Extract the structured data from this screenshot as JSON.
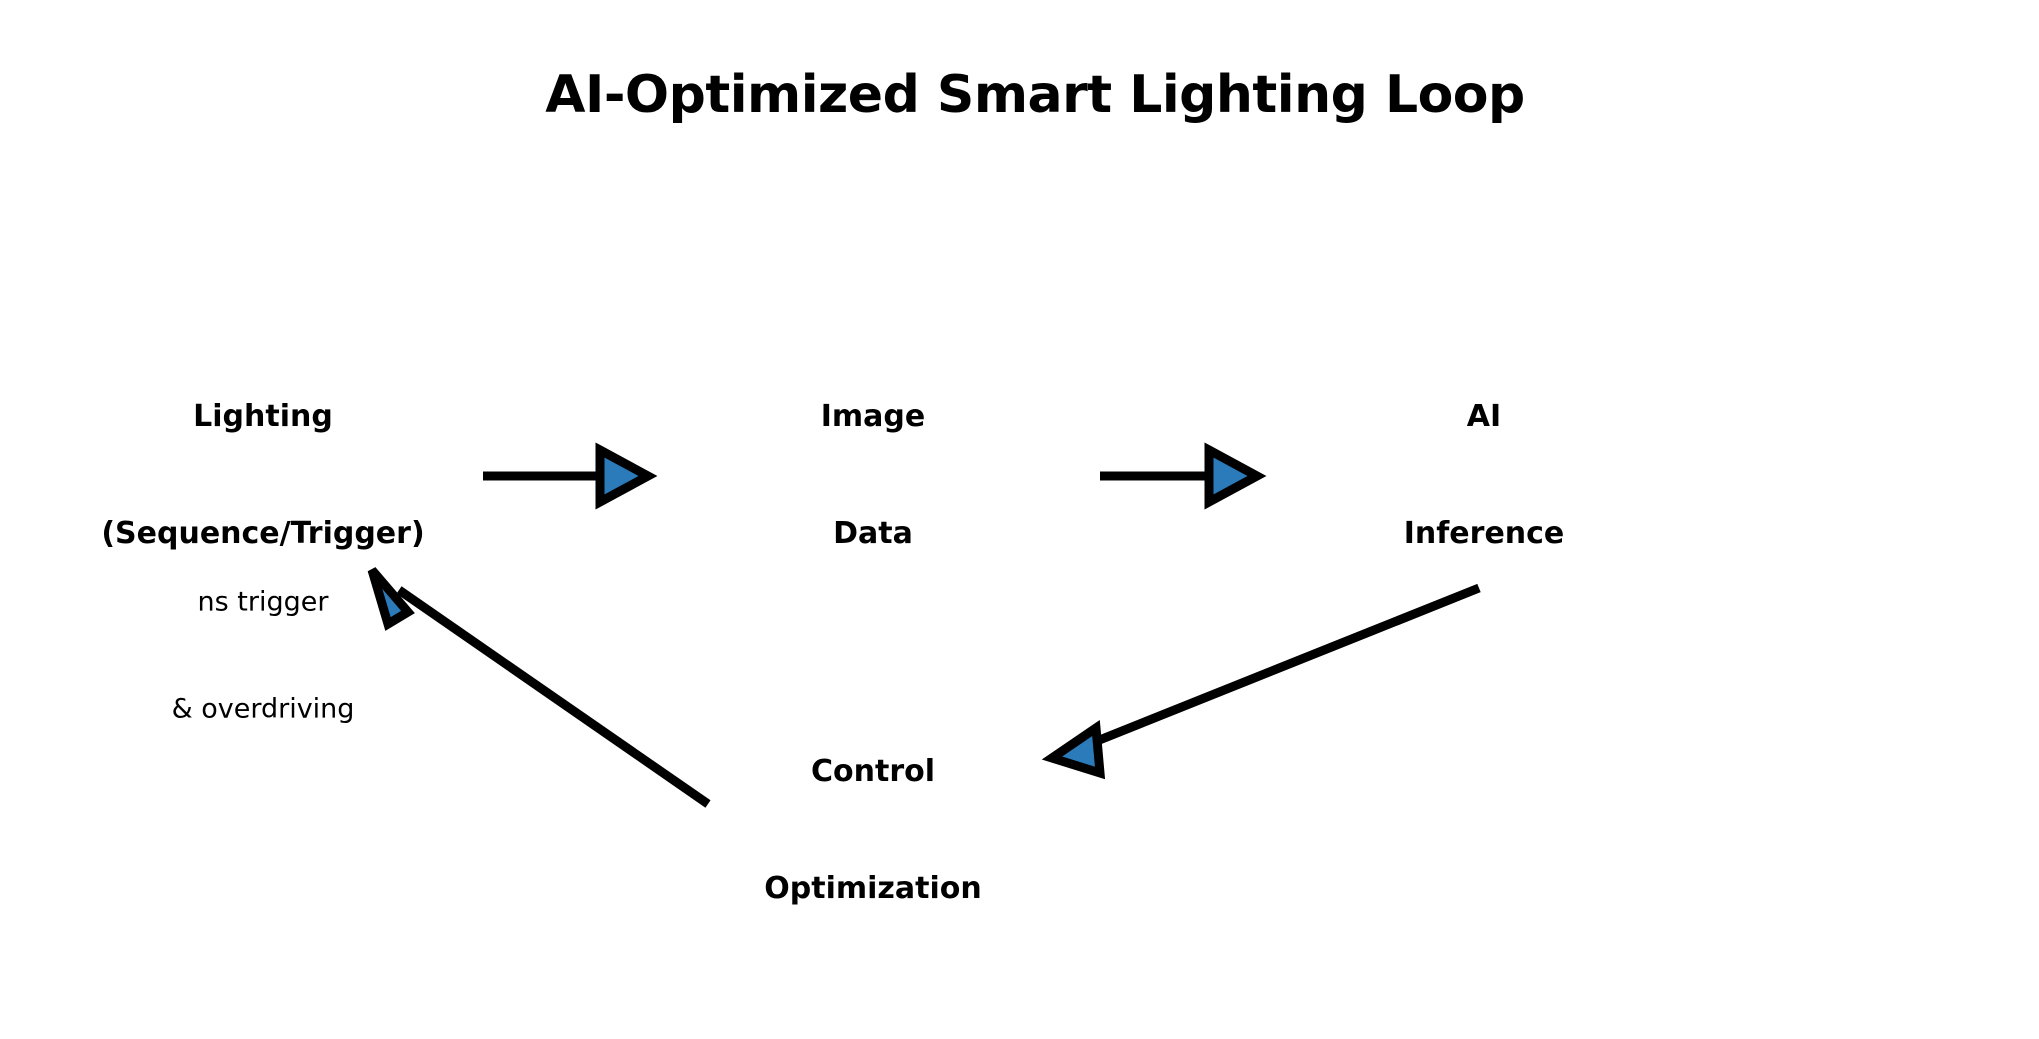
{
  "title": "AI-Optimized Smart Lighting Loop",
  "background_color": "#ffffff",
  "accent_color": "#2b7bba",
  "line_color": "#000000",
  "nodes": [
    {
      "id": "lighting",
      "line1": "Lighting",
      "line2": "(Sequence/Trigger)"
    },
    {
      "id": "image-data",
      "line1": "Image",
      "line2": "Data"
    },
    {
      "id": "ai-inference",
      "line1": "AI",
      "line2": "Inference"
    },
    {
      "id": "control-optimization",
      "line1": "Control",
      "line2": "Optimization"
    }
  ],
  "edge_labels": [
    {
      "id": "ns-trigger",
      "line1": "ns trigger",
      "line2": "& overdriving"
    }
  ],
  "chart_data": {
    "type": "diagram",
    "title": "AI-Optimized Smart Lighting Loop",
    "nodes": [
      "Lighting\n(Sequence/Trigger)",
      "Image\nData",
      "AI\nInference",
      "Control\nOptimization"
    ],
    "edges": [
      {
        "from": "Lighting (Sequence/Trigger)",
        "to": "Image Data",
        "label": ""
      },
      {
        "from": "Image Data",
        "to": "AI Inference",
        "label": ""
      },
      {
        "from": "AI Inference",
        "to": "Control Optimization",
        "label": ""
      },
      {
        "from": "Control Optimization",
        "to": "Lighting (Sequence/Trigger)",
        "label": "ns trigger\n& overdriving"
      }
    ],
    "arrowhead_fill": "#2b7bba",
    "arrowhead_stroke": "#000000",
    "legend": [],
    "grid": false
  }
}
